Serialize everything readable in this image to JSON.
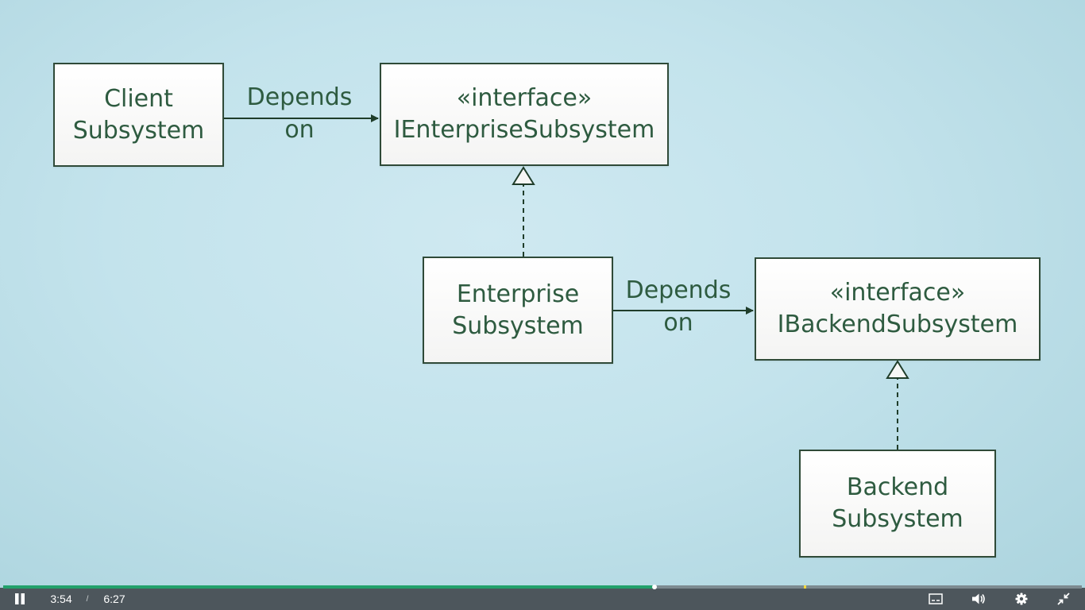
{
  "diagram": {
    "client_box": {
      "line1": "Client",
      "line2": "Subsystem"
    },
    "ienterprise_box": {
      "line1": "«interface»",
      "line2": "IEnterpriseSubsystem"
    },
    "enterprise_box": {
      "line1": "Enterprise",
      "line2": "Subsystem"
    },
    "ibackend_box": {
      "line1": "«interface»",
      "line2": "IBackendSubsystem"
    },
    "backend_box": {
      "line1": "Backend",
      "line2": "Subsystem"
    },
    "depends_label_1": {
      "line1": "Depends",
      "line2": "on"
    },
    "depends_label_2": {
      "line1": "Depends",
      "line2": "on"
    },
    "colors": {
      "text": "#2e5b40",
      "border": "#2f4a38",
      "background": "#c3e3ec"
    }
  },
  "player": {
    "current_time": "3:54",
    "separator": "/",
    "duration": "6:27",
    "progress_fraction": 0.604,
    "buffered_marker_fraction": 0.742,
    "icons": {
      "play_pause": "pause-icon",
      "captions": "captions-icon",
      "volume": "volume-icon",
      "settings": "gear-icon",
      "exit_fullscreen": "exit-fullscreen-icon"
    },
    "accent_color": "#22a16b"
  }
}
